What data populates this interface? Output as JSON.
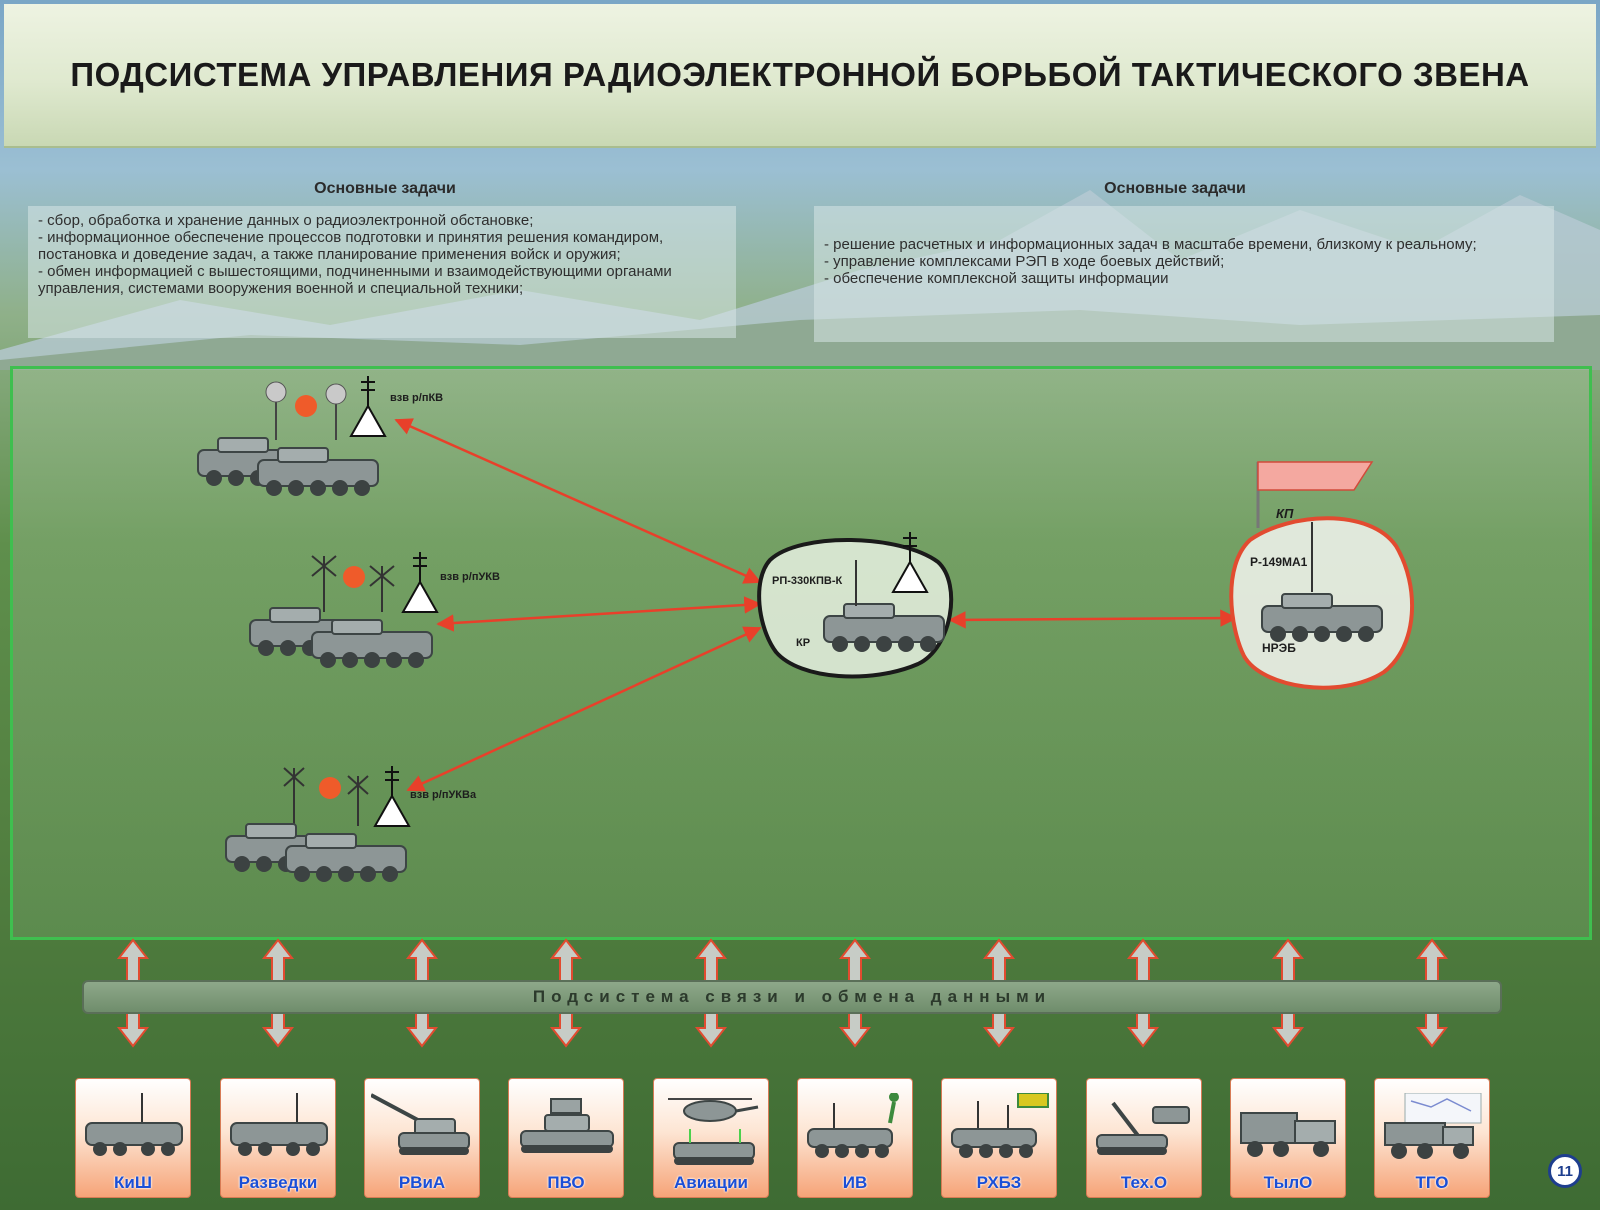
{
  "title": "ПОДСИСТЕМА УПРАВЛЕНИЯ РАДИОЭЛЕКТРОННОЙ БОРЬБОЙ ТАКТИЧЕСКОГО ЗВЕНА",
  "left_tasks": {
    "heading": "Основные задачи",
    "items": [
      "сбор, обработка и хранение данных о радиоэлектронной обстановке;",
      "информационное обеспечение процессов подготовки и принятия решения командиром, постановка и доведение задач, а также планирование применения войск и оружия;",
      "обмен информацией с вышестоящими, подчиненными и взаимодействующими органами управления, системами вооружения военной и специальной техники;"
    ]
  },
  "right_tasks": {
    "heading": "Основные задачи",
    "items": [
      "решение расчетных и информационных задач в масштабе времени, близкому к реальному;",
      "управление комплексами РЭП в ходе боевых действий;",
      "обеспечение комплексной защиты информации"
    ]
  },
  "units": {
    "hf": "взв р/пКВ",
    "vhf": "взв р/пУКВ",
    "vhf_air": "взв р/пУКВа"
  },
  "control_point": {
    "name": "РП-330КПВ-К",
    "tag": "КР"
  },
  "command_post": {
    "flag": "КП",
    "vehicle": "Р-149МА1",
    "tag": "НРЭБ"
  },
  "comm_bar": "Подсистема связи и обмена данными",
  "cards": [
    "КиШ",
    "Разведки",
    "РВиА",
    "ПВО",
    "Авиации",
    "ИВ",
    "РХБЗ",
    "Тех.О",
    "ТылО",
    "ТГО"
  ],
  "page_number": "11",
  "colors": {
    "link": "#e8402a",
    "field_border": "#3fbf4f",
    "card_label": "#1b4fd6",
    "flag": "#f4a8a0"
  }
}
